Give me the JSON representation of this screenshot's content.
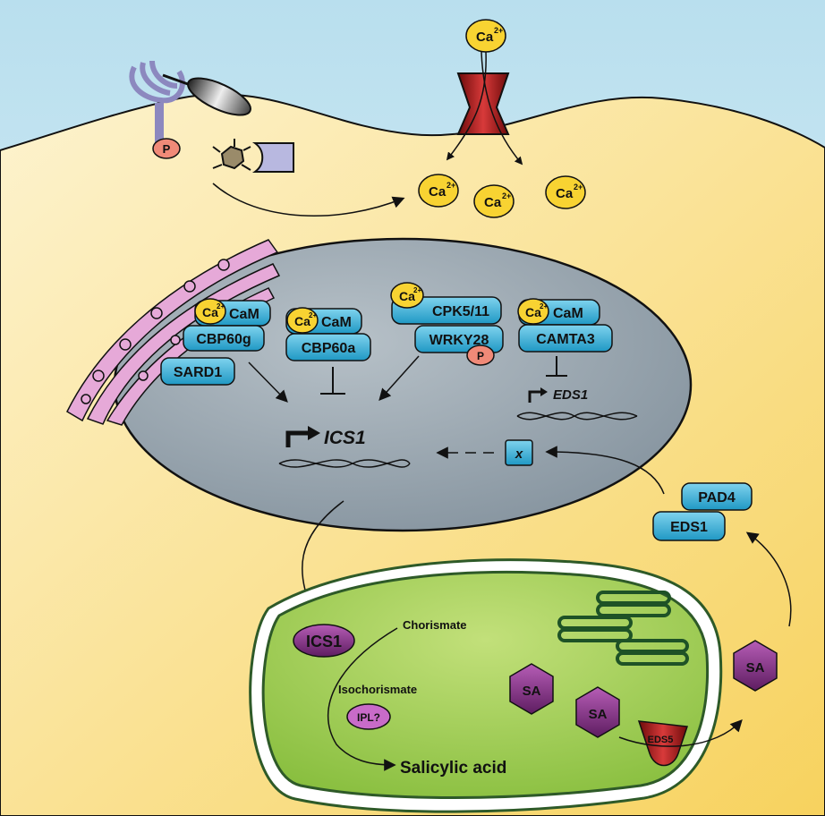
{
  "ions": {
    "ca": "Ca",
    "ca_charge": "2+"
  },
  "proteins": {
    "cam": "CaM",
    "cbp60g": "CBP60g",
    "cbp60a": "CBP60a",
    "sard1": "SARD1",
    "cpk": "CPK5/11",
    "wrky28": "WRKY28",
    "camta3": "CAMTA3",
    "x": "x",
    "pad4": "PAD4",
    "eds1": "EDS1",
    "eds5": "EDS5",
    "ics1_enzyme": "ICS1",
    "ipl": "IPL?",
    "sa": "SA"
  },
  "phospho": "P",
  "genes": {
    "ics1": "ICS1",
    "eds1": "EDS1"
  },
  "chloroplast": {
    "chorismate": "Chorismate",
    "isochorismate": "Isochorismate",
    "salicylic_acid": "Salicylic acid"
  },
  "colors": {
    "extracellular": "#cfe7f0",
    "cytoplasm": "#fbeaa8",
    "nucleus": "#9aa6ae",
    "chloroplast": "#a8d45a",
    "chloroplast_border": "#2e5a28",
    "protein_blue": "#3fb2d6",
    "calcium_yellow": "#f8d332",
    "sa_purple": "#7c2f7c",
    "channel_red": "#a01818",
    "er_pink": "#e6a9d8",
    "phospho_salmon": "#f08a78"
  }
}
